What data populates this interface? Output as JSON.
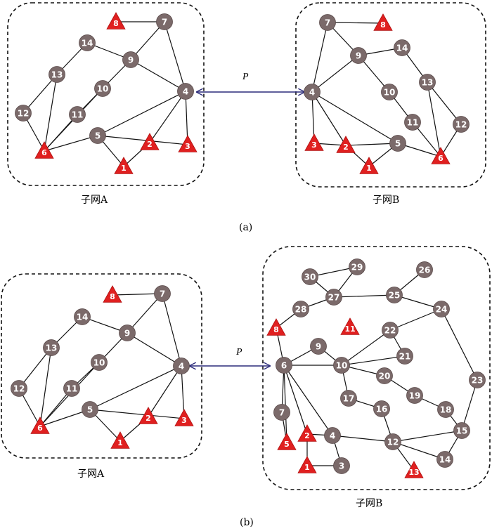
{
  "colors": {
    "circle_node": "#7b6a6a",
    "triangle_node": "#e02020",
    "edge": "#111111",
    "link": "#2a2a7a",
    "boundary": "#111111"
  },
  "panel_a": {
    "caption": "(a)",
    "link_label": "P",
    "subnet_a": {
      "label": "子网A",
      "nodes": [
        {
          "id": "8",
          "shape": "triangle"
        },
        {
          "id": "7",
          "shape": "circle"
        },
        {
          "id": "14",
          "shape": "circle"
        },
        {
          "id": "9",
          "shape": "circle"
        },
        {
          "id": "13",
          "shape": "circle"
        },
        {
          "id": "10",
          "shape": "circle"
        },
        {
          "id": "4",
          "shape": "circle"
        },
        {
          "id": "12",
          "shape": "circle"
        },
        {
          "id": "11",
          "shape": "circle"
        },
        {
          "id": "5",
          "shape": "circle"
        },
        {
          "id": "2",
          "shape": "triangle"
        },
        {
          "id": "3",
          "shape": "triangle"
        },
        {
          "id": "6",
          "shape": "triangle"
        },
        {
          "id": "1",
          "shape": "triangle"
        }
      ],
      "edges": [
        [
          "8",
          "7"
        ],
        [
          "7",
          "9"
        ],
        [
          "7",
          "4"
        ],
        [
          "14",
          "9"
        ],
        [
          "14",
          "13"
        ],
        [
          "9",
          "10"
        ],
        [
          "9",
          "4"
        ],
        [
          "13",
          "12"
        ],
        [
          "13",
          "6"
        ],
        [
          "12",
          "6"
        ],
        [
          "10",
          "11"
        ],
        [
          "11",
          "6"
        ],
        [
          "10",
          "6"
        ],
        [
          "6",
          "5"
        ],
        [
          "5",
          "4"
        ],
        [
          "5",
          "1"
        ],
        [
          "5",
          "3"
        ],
        [
          "4",
          "2"
        ],
        [
          "4",
          "3"
        ],
        [
          "2",
          "1"
        ]
      ]
    },
    "subnet_b": {
      "label": "子网B",
      "nodes": [
        {
          "id": "7",
          "shape": "circle"
        },
        {
          "id": "8",
          "shape": "triangle"
        },
        {
          "id": "9",
          "shape": "circle"
        },
        {
          "id": "14",
          "shape": "circle"
        },
        {
          "id": "4",
          "shape": "circle"
        },
        {
          "id": "10",
          "shape": "circle"
        },
        {
          "id": "13",
          "shape": "circle"
        },
        {
          "id": "11",
          "shape": "circle"
        },
        {
          "id": "12",
          "shape": "circle"
        },
        {
          "id": "5",
          "shape": "circle"
        },
        {
          "id": "3",
          "shape": "triangle"
        },
        {
          "id": "2",
          "shape": "triangle"
        },
        {
          "id": "1",
          "shape": "triangle"
        },
        {
          "id": "6",
          "shape": "triangle"
        }
      ],
      "edges": [
        [
          "7",
          "8"
        ],
        [
          "7",
          "9"
        ],
        [
          "7",
          "4"
        ],
        [
          "9",
          "14"
        ],
        [
          "9",
          "4"
        ],
        [
          "9",
          "10"
        ],
        [
          "14",
          "13"
        ],
        [
          "10",
          "11"
        ],
        [
          "11",
          "6"
        ],
        [
          "13",
          "12"
        ],
        [
          "13",
          "6"
        ],
        [
          "12",
          "6"
        ],
        [
          "4",
          "3"
        ],
        [
          "4",
          "2"
        ],
        [
          "4",
          "5"
        ],
        [
          "3",
          "2"
        ],
        [
          "2",
          "5"
        ],
        [
          "5",
          "1"
        ],
        [
          "5",
          "6"
        ],
        [
          "2",
          "1"
        ]
      ]
    }
  },
  "panel_b": {
    "caption": "(b)",
    "link_label": "P",
    "subnet_a": {
      "label": "子网A",
      "nodes": [
        {
          "id": "8",
          "shape": "triangle"
        },
        {
          "id": "7",
          "shape": "circle"
        },
        {
          "id": "14",
          "shape": "circle"
        },
        {
          "id": "9",
          "shape": "circle"
        },
        {
          "id": "13",
          "shape": "circle"
        },
        {
          "id": "10",
          "shape": "circle"
        },
        {
          "id": "4",
          "shape": "circle"
        },
        {
          "id": "12",
          "shape": "circle"
        },
        {
          "id": "11",
          "shape": "circle"
        },
        {
          "id": "5",
          "shape": "circle"
        },
        {
          "id": "2",
          "shape": "triangle"
        },
        {
          "id": "3",
          "shape": "triangle"
        },
        {
          "id": "6",
          "shape": "triangle"
        },
        {
          "id": "1",
          "shape": "triangle"
        }
      ],
      "edges": [
        [
          "8",
          "7"
        ],
        [
          "7",
          "9"
        ],
        [
          "7",
          "4"
        ],
        [
          "14",
          "9"
        ],
        [
          "14",
          "13"
        ],
        [
          "9",
          "10"
        ],
        [
          "9",
          "4"
        ],
        [
          "13",
          "12"
        ],
        [
          "13",
          "6"
        ],
        [
          "12",
          "6"
        ],
        [
          "10",
          "11"
        ],
        [
          "11",
          "6"
        ],
        [
          "10",
          "6"
        ],
        [
          "6",
          "5"
        ],
        [
          "5",
          "4"
        ],
        [
          "5",
          "1"
        ],
        [
          "5",
          "3"
        ],
        [
          "4",
          "2"
        ],
        [
          "4",
          "3"
        ],
        [
          "2",
          "1"
        ]
      ]
    },
    "subnet_b": {
      "label": "子网B",
      "nodes": [
        {
          "id": "30",
          "shape": "circle"
        },
        {
          "id": "29",
          "shape": "circle"
        },
        {
          "id": "26",
          "shape": "circle"
        },
        {
          "id": "27",
          "shape": "circle"
        },
        {
          "id": "25",
          "shape": "circle"
        },
        {
          "id": "28",
          "shape": "circle"
        },
        {
          "id": "24",
          "shape": "circle"
        },
        {
          "id": "8",
          "shape": "triangle"
        },
        {
          "id": "11",
          "shape": "triangle"
        },
        {
          "id": "22",
          "shape": "circle"
        },
        {
          "id": "9",
          "shape": "circle"
        },
        {
          "id": "21",
          "shape": "circle"
        },
        {
          "id": "6",
          "shape": "circle"
        },
        {
          "id": "10",
          "shape": "circle"
        },
        {
          "id": "20",
          "shape": "circle"
        },
        {
          "id": "23",
          "shape": "circle"
        },
        {
          "id": "17",
          "shape": "circle"
        },
        {
          "id": "19",
          "shape": "circle"
        },
        {
          "id": "16",
          "shape": "circle"
        },
        {
          "id": "7",
          "shape": "circle"
        },
        {
          "id": "18",
          "shape": "circle"
        },
        {
          "id": "15",
          "shape": "circle"
        },
        {
          "id": "2",
          "shape": "triangle"
        },
        {
          "id": "4",
          "shape": "circle"
        },
        {
          "id": "5",
          "shape": "triangle"
        },
        {
          "id": "12",
          "shape": "circle"
        },
        {
          "id": "14",
          "shape": "circle"
        },
        {
          "id": "1",
          "shape": "triangle"
        },
        {
          "id": "3",
          "shape": "circle"
        },
        {
          "id": "13",
          "shape": "triangle"
        }
      ],
      "edges": [
        [
          "30",
          "29"
        ],
        [
          "30",
          "27"
        ],
        [
          "29",
          "27"
        ],
        [
          "27",
          "28"
        ],
        [
          "27",
          "25"
        ],
        [
          "26",
          "25"
        ],
        [
          "25",
          "24"
        ],
        [
          "28",
          "8"
        ],
        [
          "8",
          "6"
        ],
        [
          "24",
          "22"
        ],
        [
          "24",
          "23"
        ],
        [
          "22",
          "10"
        ],
        [
          "22",
          "21"
        ],
        [
          "9",
          "6"
        ],
        [
          "9",
          "10"
        ],
        [
          "6",
          "10"
        ],
        [
          "10",
          "20"
        ],
        [
          "10",
          "17"
        ],
        [
          "10",
          "21"
        ],
        [
          "20",
          "19"
        ],
        [
          "19",
          "18"
        ],
        [
          "18",
          "15"
        ],
        [
          "23",
          "15"
        ],
        [
          "17",
          "16"
        ],
        [
          "16",
          "12"
        ],
        [
          "6",
          "7"
        ],
        [
          "6",
          "5"
        ],
        [
          "6",
          "2"
        ],
        [
          "6",
          "4"
        ],
        [
          "7",
          "5"
        ],
        [
          "2",
          "1"
        ],
        [
          "4",
          "2"
        ],
        [
          "4",
          "3"
        ],
        [
          "1",
          "3"
        ],
        [
          "4",
          "12"
        ],
        [
          "12",
          "13"
        ],
        [
          "12",
          "15"
        ],
        [
          "12",
          "14"
        ],
        [
          "14",
          "15"
        ]
      ]
    }
  }
}
